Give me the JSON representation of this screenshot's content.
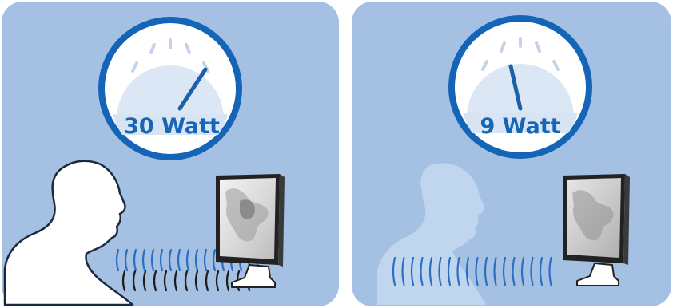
{
  "colors": {
    "panel_bg": "#a4c0e2",
    "gauge_ring": "#1464b8",
    "gauge_face": "#ffffff",
    "gauge_dial": "#dbe7f5",
    "gauge_band": "#d6e4f3",
    "gauge_ticks": "#c3d4ea",
    "needle": "#1e5fa8",
    "label_text": "#1665b7",
    "person_fill": "#ffffff",
    "person_outline": "#1b2940",
    "person_absent_fill": "#c2d6ee",
    "wave_blue": "#2a6fc4",
    "wave_dark": "#1c1c1c",
    "monitor_frame": "#202020",
    "monitor_stand": "#ffffff"
  },
  "panels": [
    {
      "gauge": {
        "label": "30 Watt",
        "reading_percent": 88,
        "icon": "power-gauge-icon"
      },
      "person": {
        "state": "present",
        "icon": "person-silhouette-icon"
      },
      "sensor": {
        "outgoing_waves": 17,
        "reflected_waves": 13
      }
    },
    {
      "gauge": {
        "label": "9 Watt",
        "reading_percent": 28,
        "icon": "power-gauge-icon"
      },
      "person": {
        "state": "absent",
        "icon": "person-ghost-icon"
      },
      "sensor": {
        "outgoing_waves": 18,
        "reflected_waves": 0
      }
    }
  ]
}
